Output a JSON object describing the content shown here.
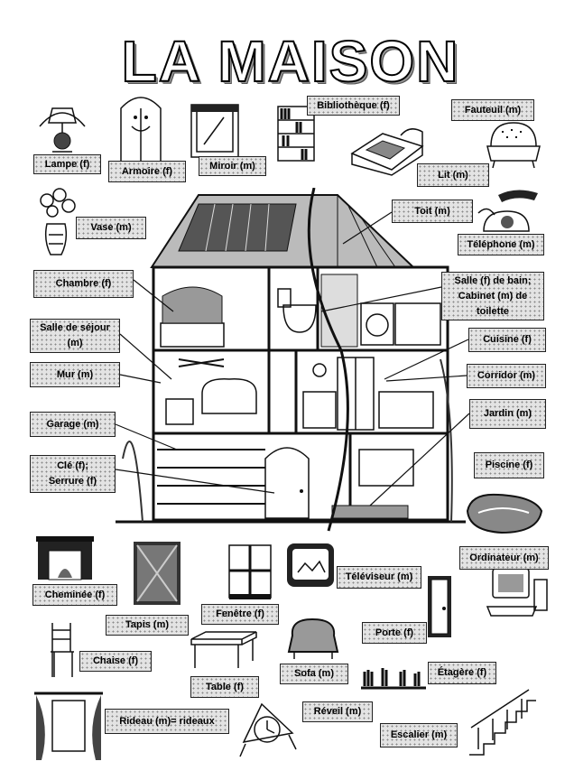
{
  "title": "LA MAISON",
  "labels": {
    "lampe": "Lampe (f)",
    "armoire": "Armoire (f)",
    "miroir": "Miroir (m)",
    "bibliotheque": "Bibliothèque (f)",
    "fauteuil": "Fauteuil (m)",
    "lit": "Lit (m)",
    "vase": "Vase (m)",
    "toit": "Toit (m)",
    "telephone": "Téléphone (m)",
    "chambre": "Chambre (f)",
    "salle_de_bain": "Salle (f) de bain;\nCabinet (m) de\ntoilette",
    "salle_de_sejour": "Salle de séjour\n(m)",
    "cuisine": "Cuisine (f)",
    "mur": "Mur (m)",
    "corridor": "Corridor (m)",
    "jardin": "Jardin (m)",
    "garage": "Garage (m)",
    "cle": "Clé (f);\nSerrure (f)",
    "piscine": "Piscine (f)",
    "ordinateur": "Ordinateur (m)",
    "cheminee": "Cheminée (f)",
    "televiseur": "Téléviseur (m)",
    "tapis": "Tapis (m)",
    "fenetre": "Fenêtre (f)",
    "porte": "Porte (f)",
    "chaise": "Chaise (f)",
    "table": "Table (f)",
    "sofa": "Sofa (m)",
    "etagere": "Étagère (f)",
    "rideau": "Rideau (m)= rideaux",
    "reveil": "Réveil (m)",
    "escalier": "Escalier (m)"
  }
}
